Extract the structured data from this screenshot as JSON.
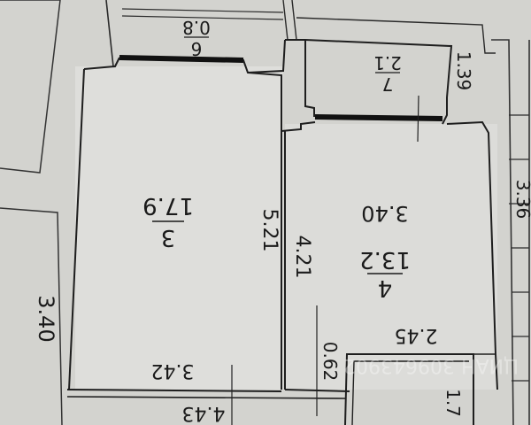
{
  "plan": {
    "rooms": [
      {
        "number": "3",
        "area": "17.9"
      },
      {
        "number": "4",
        "area": "13.2",
        "width": "3.40"
      },
      {
        "number": "6",
        "area": "0.8"
      },
      {
        "number": "7",
        "area": "2.1"
      }
    ],
    "dimensions": {
      "outer_left": "3.40",
      "room3_height": "5.21",
      "room3_width": "3.42",
      "room4_height": "4.21",
      "room4_width": "2.45",
      "room7_height": "1.39",
      "right_edge": "3.36",
      "bottom_left": "4.43",
      "gap": "0.62",
      "bottom_right": "1.7"
    },
    "watermark": "ЦИАН 309643902"
  }
}
